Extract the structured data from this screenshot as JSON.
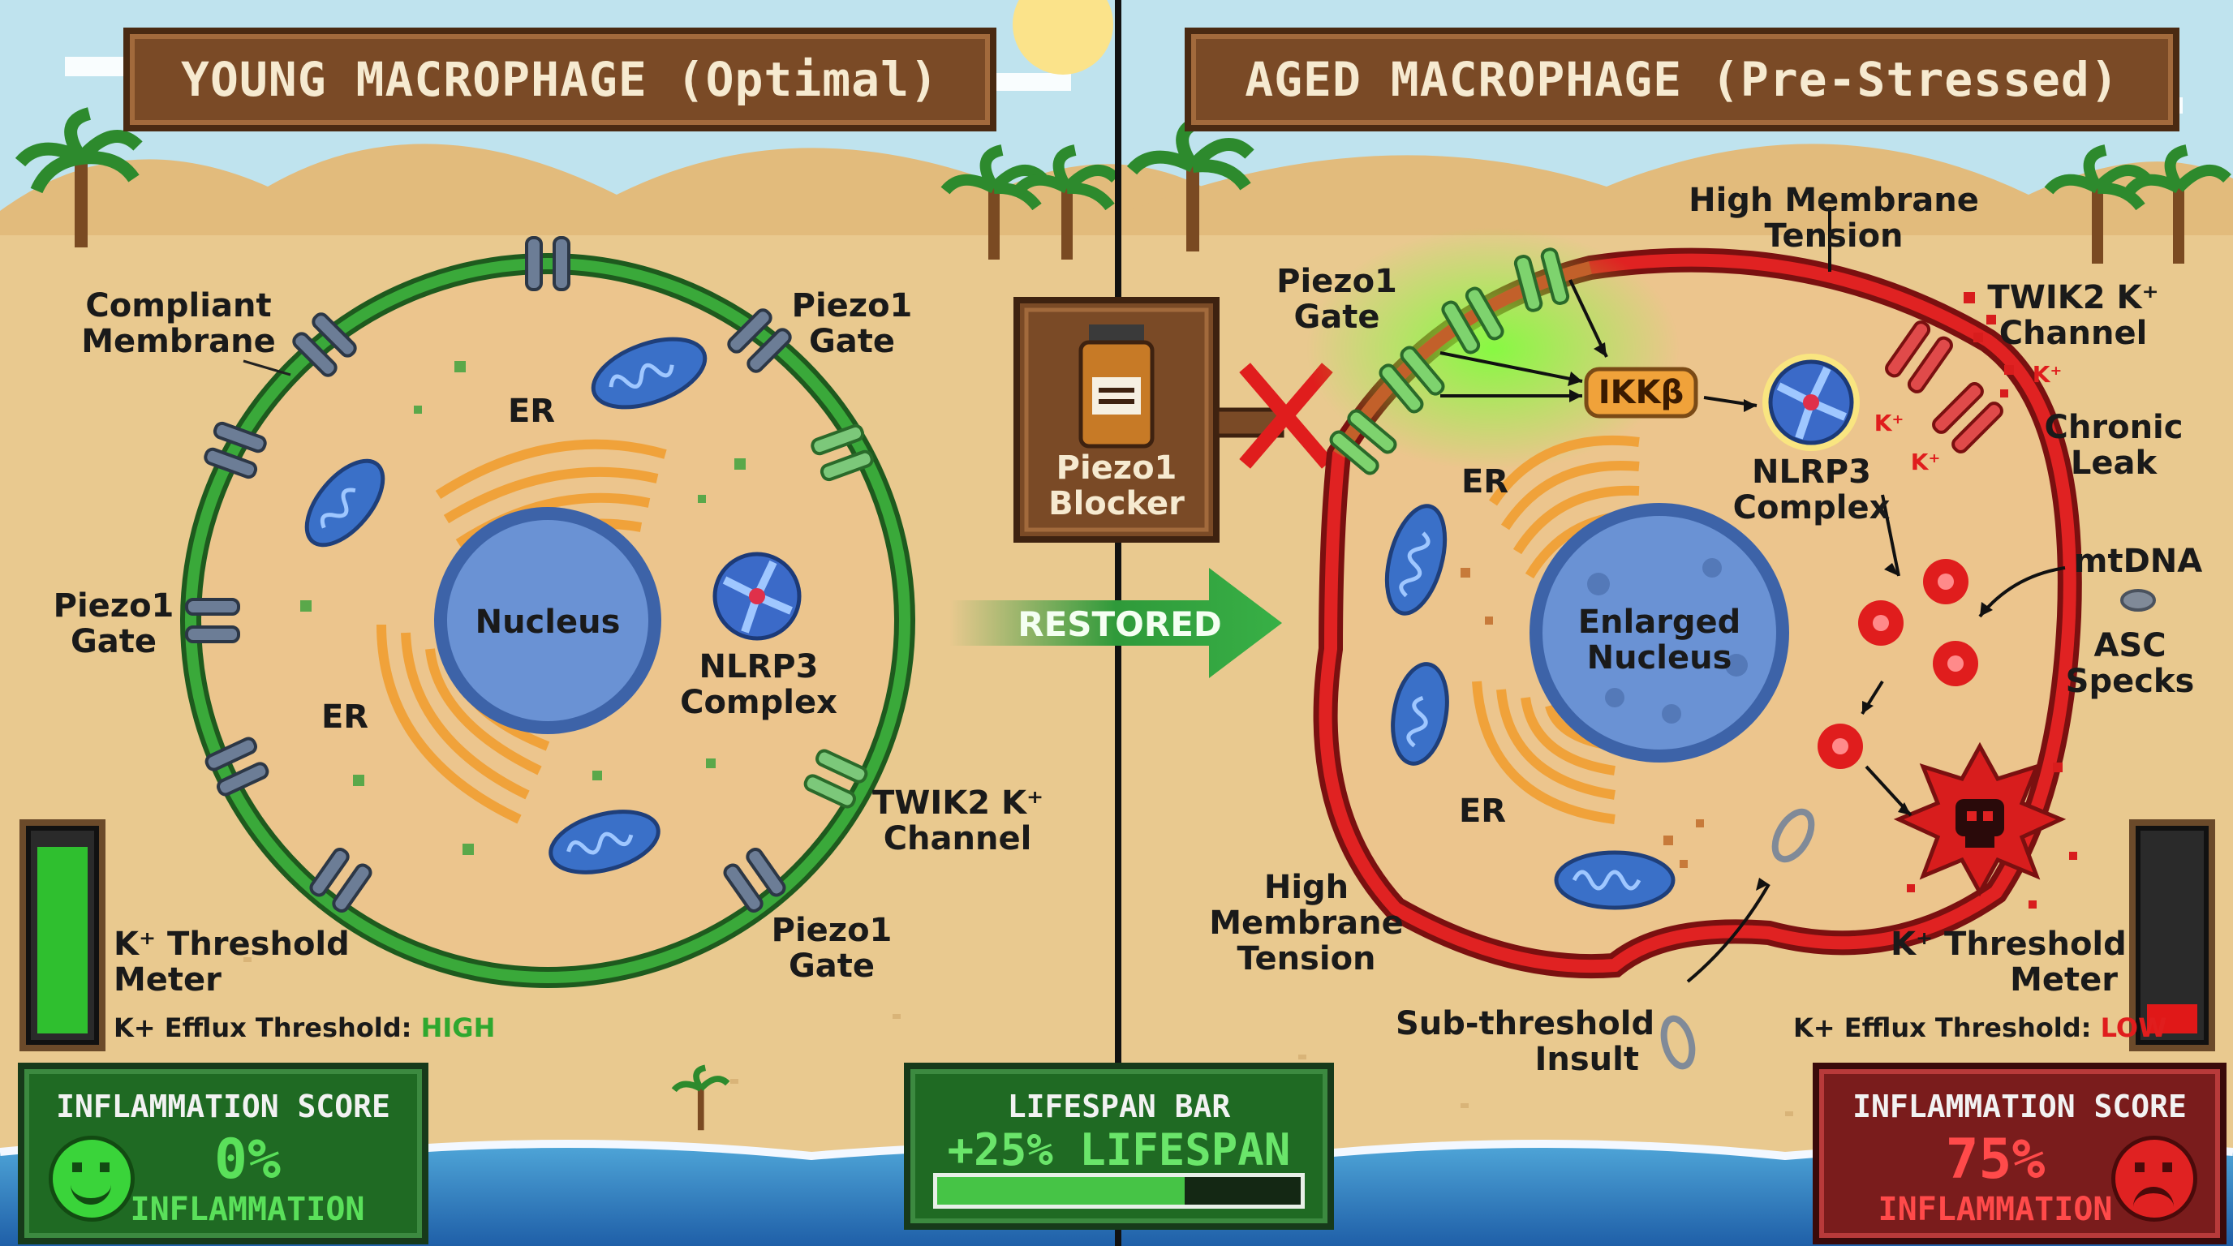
{
  "left_banner": "YOUNG MACROPHAGE (Optimal)",
  "right_banner": "AGED MACROPHAGE (Pre-Stressed)",
  "left_cell": {
    "compliant_membrane": "Compliant\nMembrane",
    "piezo_gate_top_right": "Piezo1\nGate",
    "piezo_gate_left": "Piezo1\nGate",
    "piezo_gate_bottom_right": "Piezo1\nGate",
    "er_top": "ER",
    "er_bottom": "ER",
    "nucleus": "Nucleus",
    "nlrp3": "NLRP3\nComplex",
    "twik2": "TWIK2 K⁺\nChannel"
  },
  "left_meter": {
    "label": "K⁺ Threshold\nMeter",
    "threshold_prefix": "K+ Efflux Threshold:",
    "threshold_value": "HIGH",
    "level": 0.95,
    "color": "#2fbf2f"
  },
  "left_score": {
    "title": "INFLAMMATION SCORE",
    "value": "0%",
    "sub": "INFLAMMATION"
  },
  "center": {
    "blocker_label": "Piezo1\nBlocker",
    "restored": "RESTORED",
    "lifespan_title": "LIFESPAN BAR",
    "lifespan_value": "+25% LIFESPAN",
    "lifespan_fill": 0.68
  },
  "right_cell": {
    "high_tension_top": "High Membrane\nTension",
    "piezo_gate": "Piezo1\nGate",
    "ikkb": "IKKβ",
    "nlrp3": "NLRP3\nComplex",
    "twik2": "TWIK2 K⁺\nChannel",
    "k_marks": [
      "K⁺",
      "K⁺",
      "K⁺"
    ],
    "chronic_leak": "Chronic\nLeak",
    "mtdna": "mtDNA",
    "asc_specks": "ASC\nSpecks",
    "er_top": "ER",
    "er_bottom": "ER",
    "nucleus": "Enlarged\nNucleus",
    "high_tension_bottom": "High\nMembrane\nTension",
    "insult": "Sub-threshold\nInsult"
  },
  "right_meter": {
    "label": "K⁺ Threshold\nMeter",
    "threshold_prefix": "K+ Efflux Threshold:",
    "threshold_value": "LOW",
    "level": 0.15,
    "color": "#e01818"
  },
  "right_score": {
    "title": "INFLAMMATION SCORE",
    "value": "75%",
    "sub": "INFLAMMATION"
  },
  "colors": {
    "healthy_membrane": "#2e9a2e",
    "stressed_membrane": "#d81d1d",
    "nucleus": "#5b84c8",
    "er": "#f0a23a",
    "sand": "#e9c98f",
    "sky": "#bfe3ee"
  }
}
